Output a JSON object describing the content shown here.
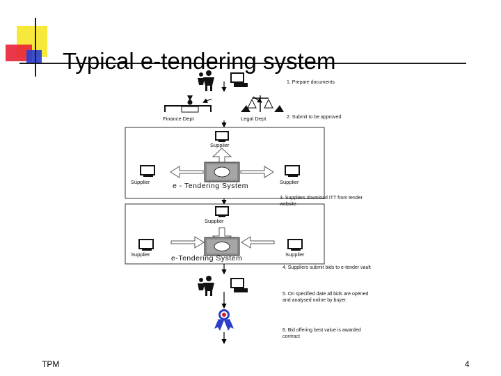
{
  "slide": {
    "title": "Typical e-tendering system",
    "footer_left": "TPM",
    "page_number": "4"
  },
  "diagram": {
    "nodes": {
      "finance": "Finance Dept",
      "legal": "Legal Dept",
      "supplier_top1": "Supplier",
      "supplier_left1": "Supplier",
      "supplier_right1": "Supplier",
      "system1": "e - Tendering System",
      "supplier_top2": "Supplier",
      "supplier_left2": "Supplier",
      "supplier_right2": "Supplier",
      "system2": "e-Tendering System"
    },
    "steps": [
      "1. Prepare documents",
      "2. Submit to be approved",
      "3. Suppliers download ITT from tender website",
      "4. Suppliers submit bids to e-tender vault",
      "5. On specified date all bids are opened and analysed online by buyer.",
      "6. Bid offering best value is awarded contract"
    ],
    "colors": {
      "box_border": "#555555",
      "system_fill": "#8a8a8a",
      "arrow": "#000000",
      "award": "#2c3fc8",
      "award_red": "#d22020"
    }
  }
}
